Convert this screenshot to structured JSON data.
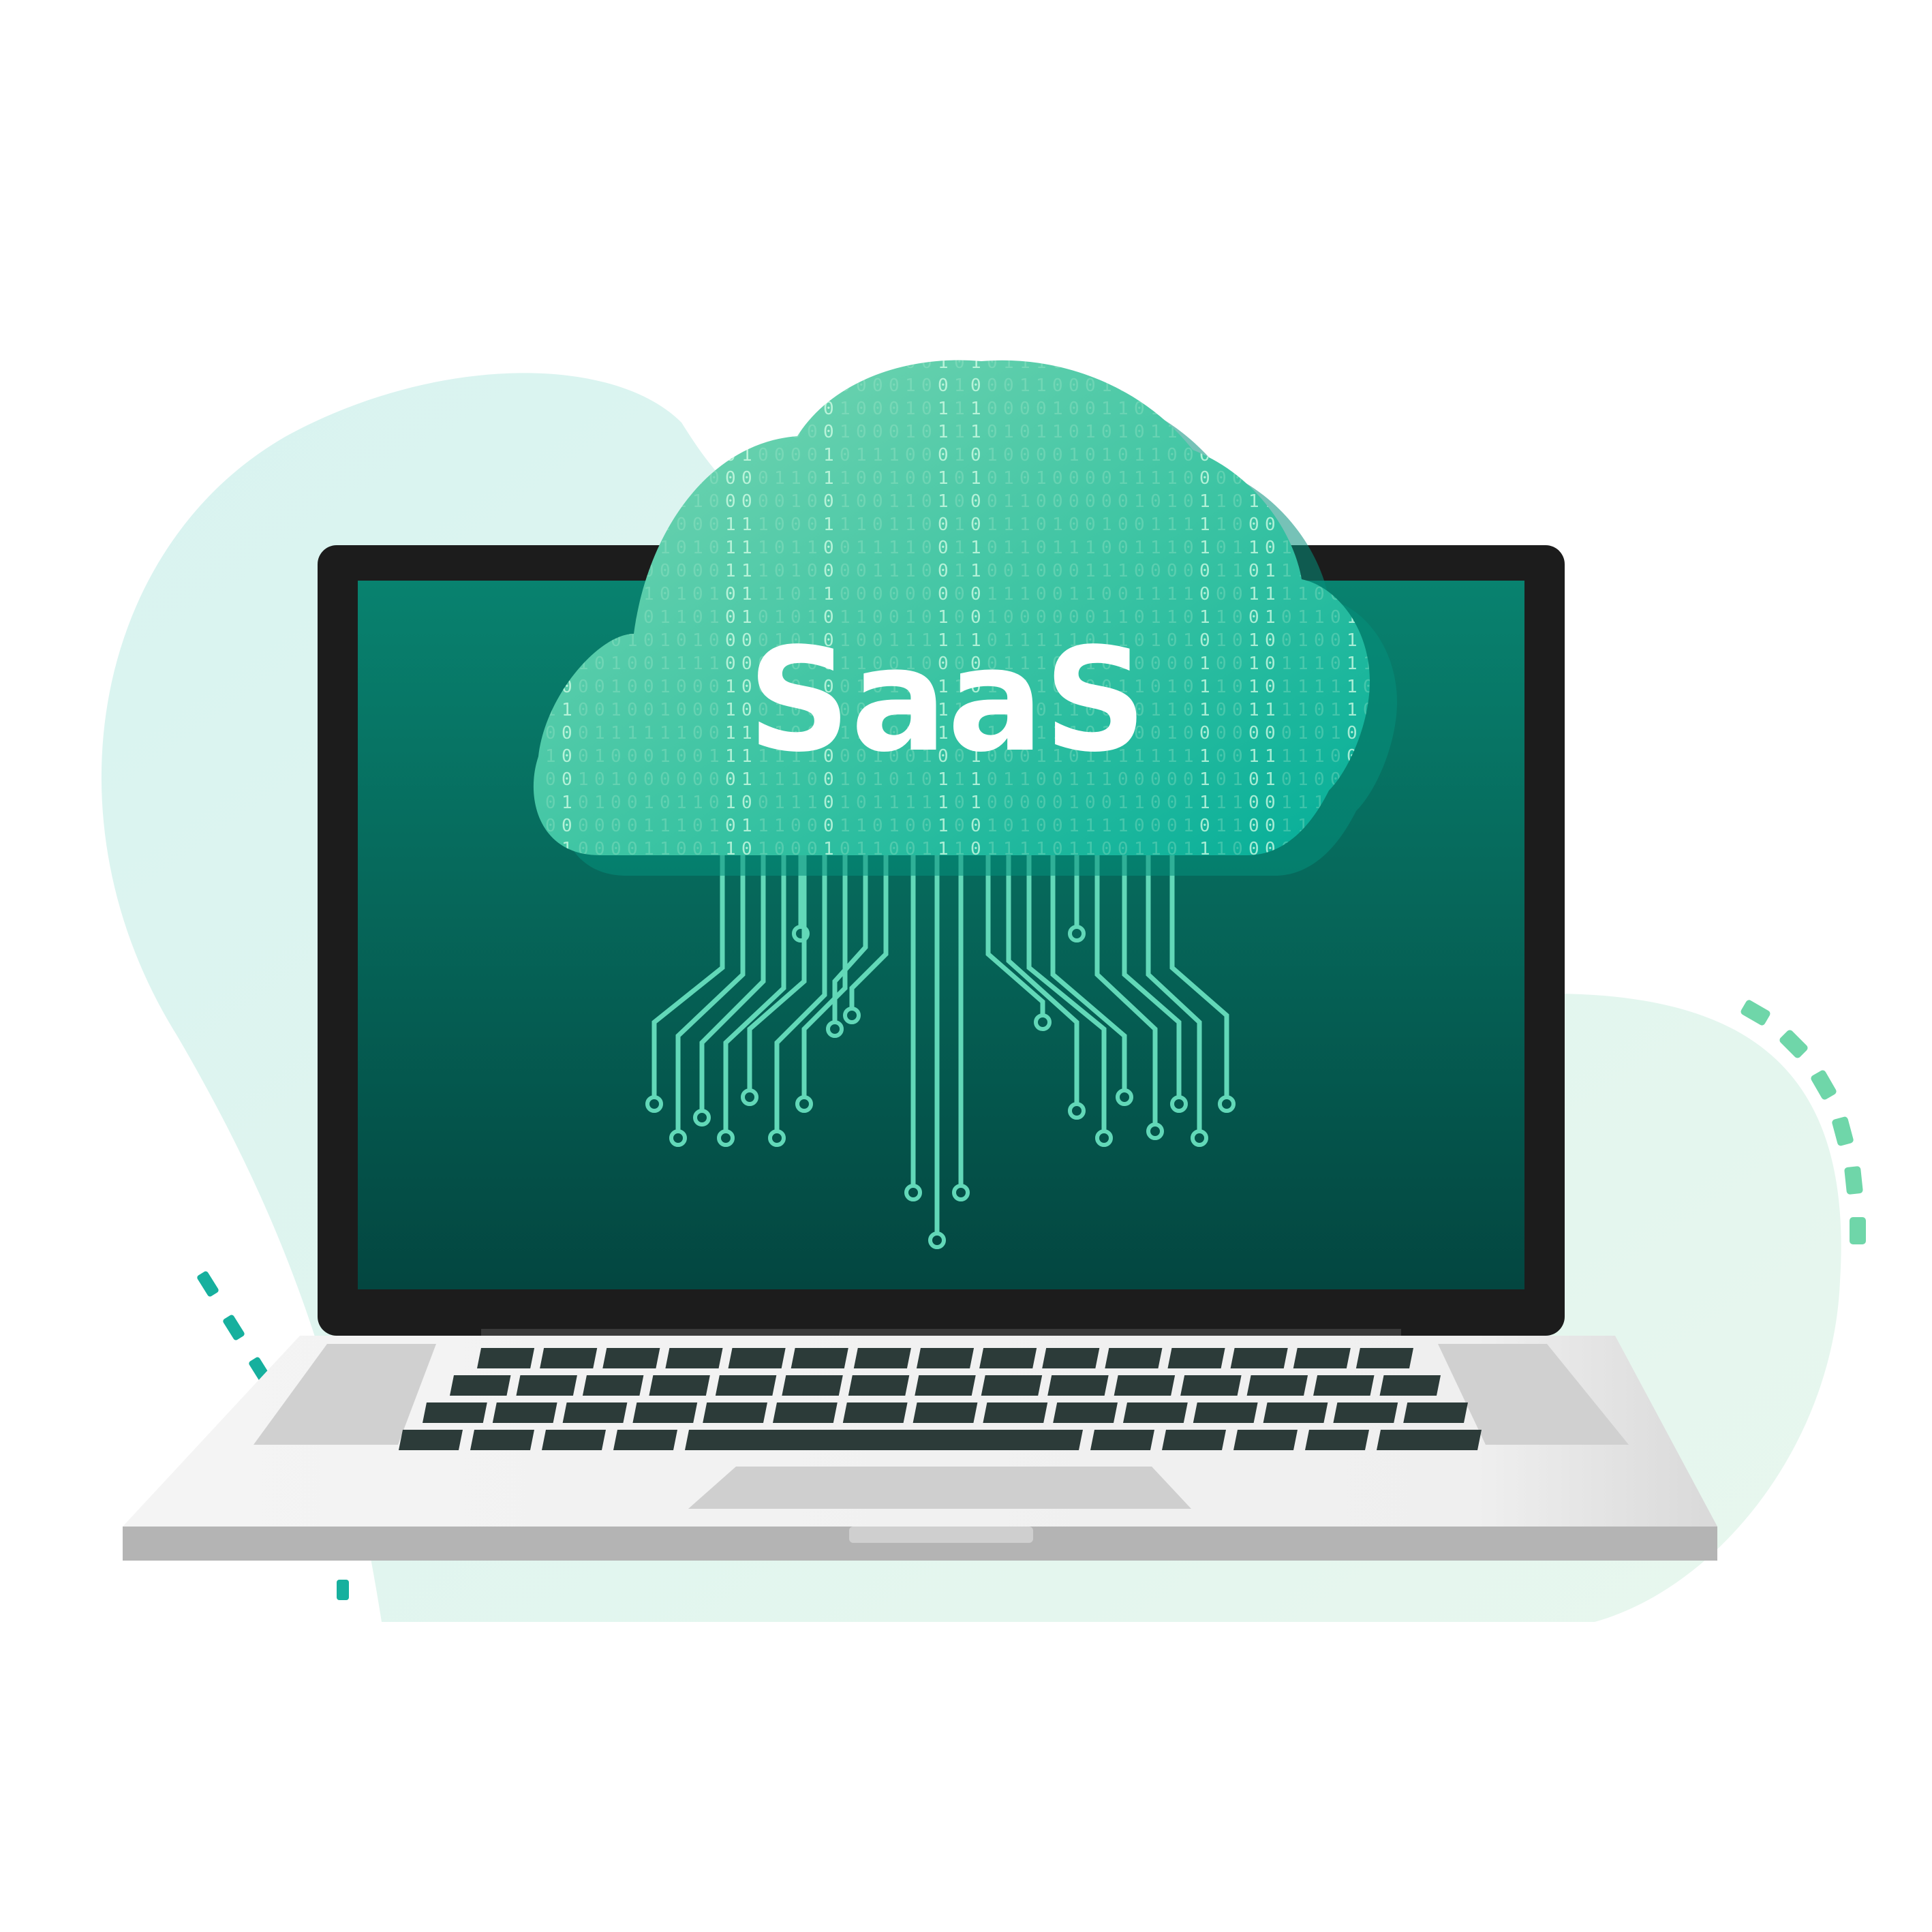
{
  "cloud": {
    "label": "SaaS",
    "binary_digits": [
      "0",
      "1"
    ]
  },
  "colors": {
    "background": "#ffffff",
    "blob_light": "#e4f6f1",
    "screen_top": "#07826f",
    "screen_bottom": "#044a42",
    "bezel": "#1c1c1c",
    "cloud_light": "#74d4b0",
    "cloud_dark": "#06b49b",
    "circuit": "#62d8b8",
    "laptop_base": "#eeeeee",
    "laptop_edge": "#b5b5b5",
    "key": "#2c3b39",
    "dash_teal": "#16b09e",
    "dash_mint": "#6fd6a9",
    "label_text": "#ffffff"
  },
  "icons": {
    "illustration": "laptop-cloud-icon"
  }
}
